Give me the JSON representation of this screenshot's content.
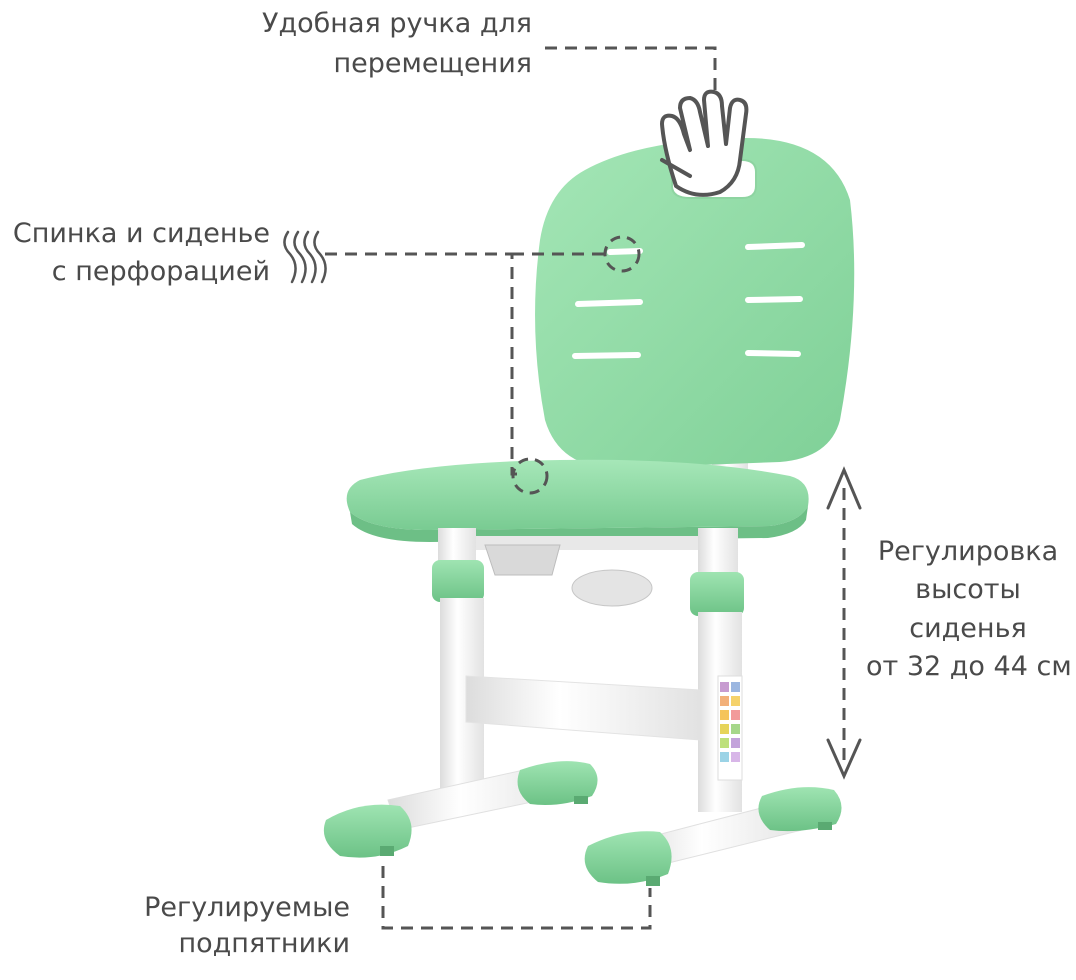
{
  "callouts": {
    "handle": {
      "line1": "Удобная ручка для",
      "line2": "перемещения"
    },
    "perforation": {
      "line1": "Спинка и сиденье",
      "line2": "с перфорацией"
    },
    "height": {
      "line1": "Регулировка",
      "line2": "высоты",
      "line3": "сиденья",
      "line4": "от 32 до 44 см"
    },
    "feet": {
      "line1": "Регулируемые",
      "line2": "подпятники"
    }
  },
  "colors": {
    "accent_green": "#8fdba5",
    "green_shadow": "#6fc488",
    "frame_white": "#f4f4f4",
    "text": "#4a4a4a",
    "dashes": "#555555"
  },
  "icons": [
    "hand-icon",
    "wave-lines-icon"
  ]
}
